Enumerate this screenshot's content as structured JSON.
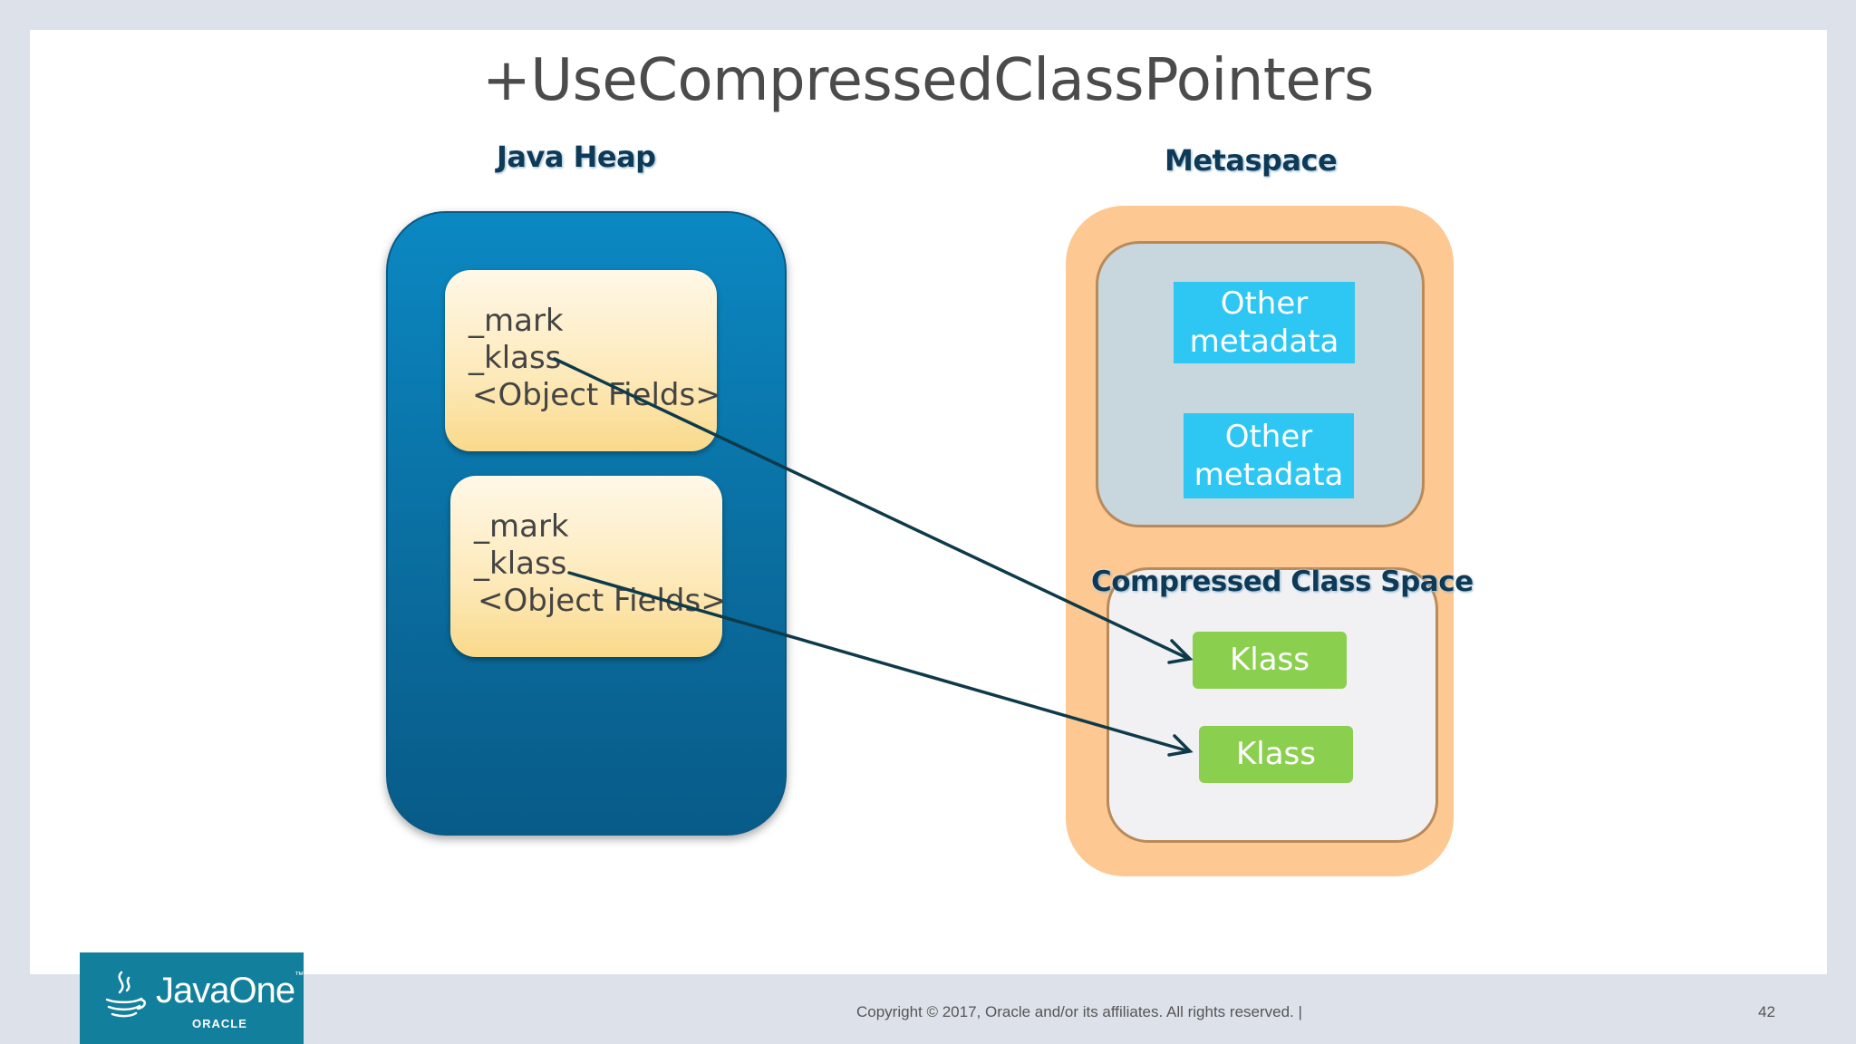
{
  "slide": {
    "title": "+UseCompressedClassPointers",
    "heap_label": "Java Heap",
    "metaspace_label": "Metaspace",
    "ccs_label": "Compressed Class Space"
  },
  "heap_objects": [
    {
      "mark": "_mark",
      "klass": "_klass",
      "fields": "<Object Fields>"
    },
    {
      "mark": "_mark",
      "klass": "_klass",
      "fields": "<Object Fields>"
    }
  ],
  "metadata_boxes": [
    {
      "line1": "Other",
      "line2": "metadata"
    },
    {
      "line1": "Other",
      "line2": "metadata"
    }
  ],
  "klass_boxes": [
    "Klass",
    "Klass"
  ],
  "footer": {
    "copyright": "Copyright © 2017, Oracle and/or its affiliates. All rights reserved.  |",
    "page_number": "42"
  },
  "logo": {
    "brand": "JavaOne",
    "sub": "ORACLE"
  },
  "colors": {
    "heap": "#0a6ea0",
    "metaspace": "#fdc891",
    "metadata_box": "#2ec6f2",
    "klass_box": "#8bcf4f",
    "arrow": "#0e3a4a"
  }
}
